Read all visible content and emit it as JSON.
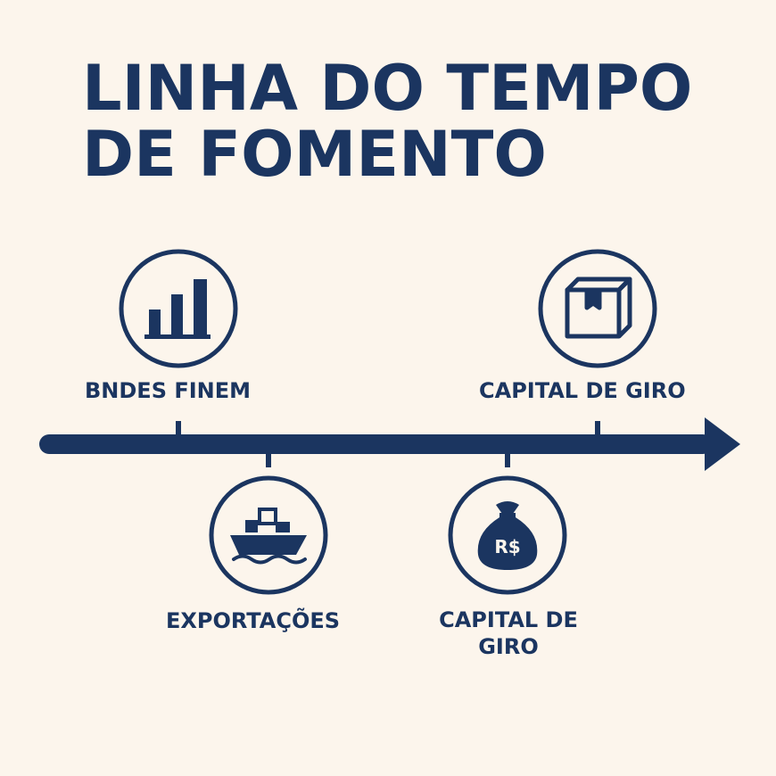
{
  "title": {
    "line1": "LINHA DO TEMPO",
    "line2": "DE FOMENTO"
  },
  "colors": {
    "background": "#fcf5ec",
    "primary": "#1b3560"
  },
  "milestones": [
    {
      "label": "BNDES FINEM",
      "icon": "bar-chart-icon",
      "position": "above"
    },
    {
      "label": "EXPORTAÇÕES",
      "icon": "cargo-ship-icon",
      "position": "below"
    },
    {
      "label_line1": "CAPITAL DE",
      "label_line2": "GIRO",
      "icon": "money-bag-icon",
      "icon_text": "R$",
      "position": "below"
    },
    {
      "label": "CAPITAL DE GIRO",
      "icon": "package-box-icon",
      "position": "above"
    }
  ]
}
